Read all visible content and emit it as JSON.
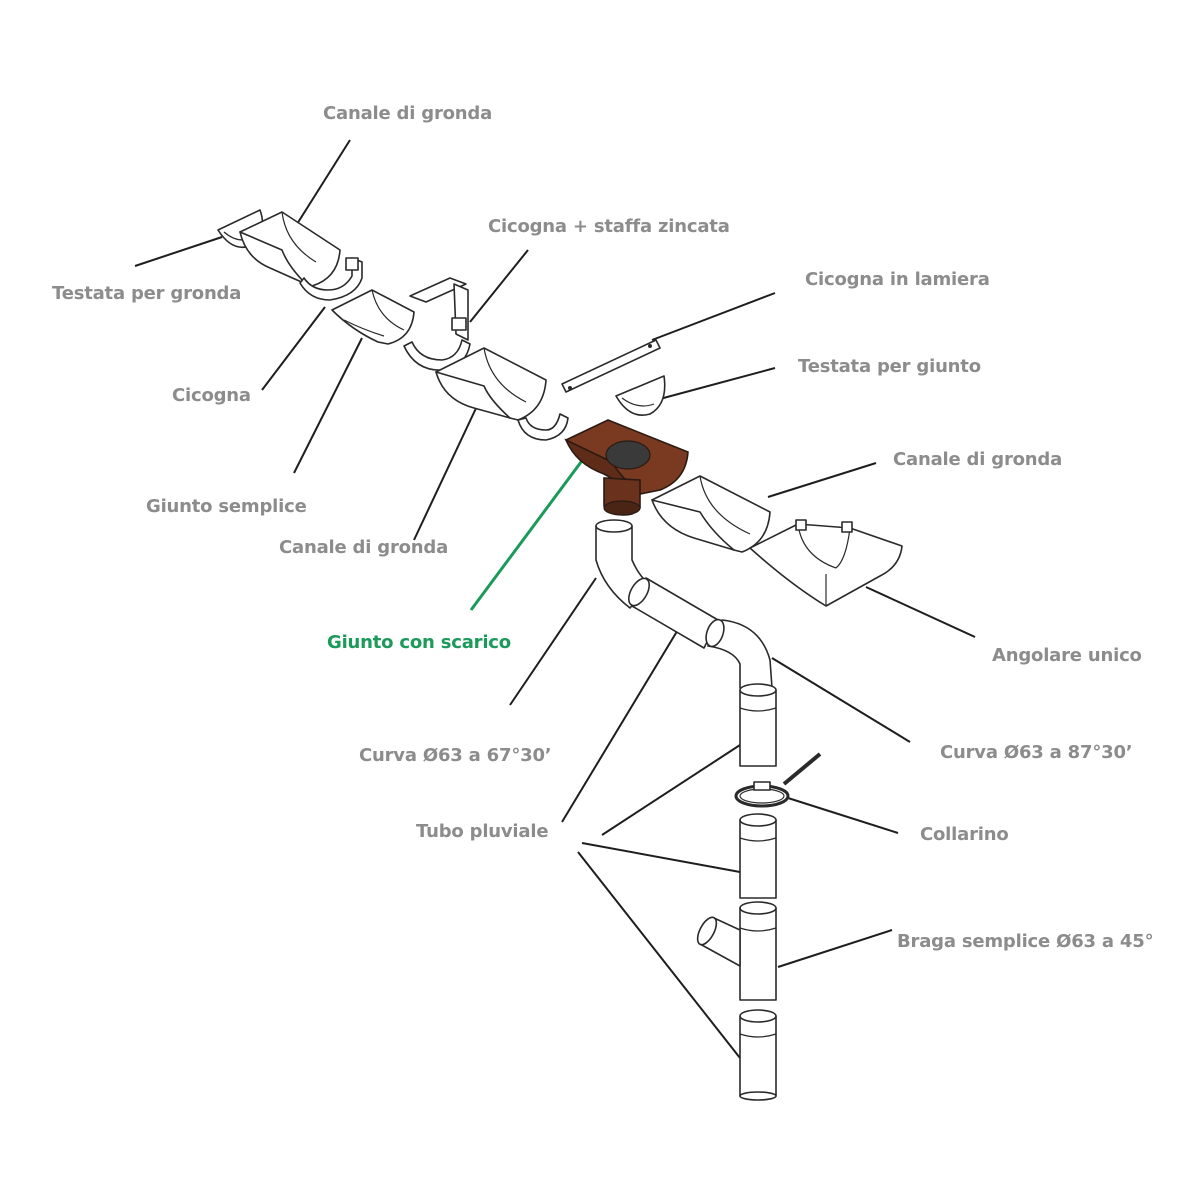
{
  "labels": {
    "canale_gronda_top": "Canale di gronda",
    "testata_gronda": "Testata per gronda",
    "cicogna_staffa": "Cicogna + staffa zincata",
    "cicogna_lamiera": "Cicogna in lamiera",
    "testata_giunto": "Testata per giunto",
    "cicogna": "Cicogna",
    "canale_gronda_right": "Canale di gronda",
    "giunto_semplice": "Giunto semplice",
    "canale_gronda_mid": "Canale di gronda",
    "giunto_scarico": "Giunto con scarico",
    "angolare_unico": "Angolare unico",
    "curva_67": "Curva Ø63 a 67°30’",
    "curva_87": "Curva Ø63 a 87°30’",
    "tubo_pluviale": "Tubo pluviale",
    "collarino": "Collarino",
    "braga": "Braga semplice Ø63 a 45°"
  },
  "colors": {
    "label": "#8c8c8c",
    "highlight": "#1c9a5a",
    "highlight_part": "#7a3a22"
  }
}
